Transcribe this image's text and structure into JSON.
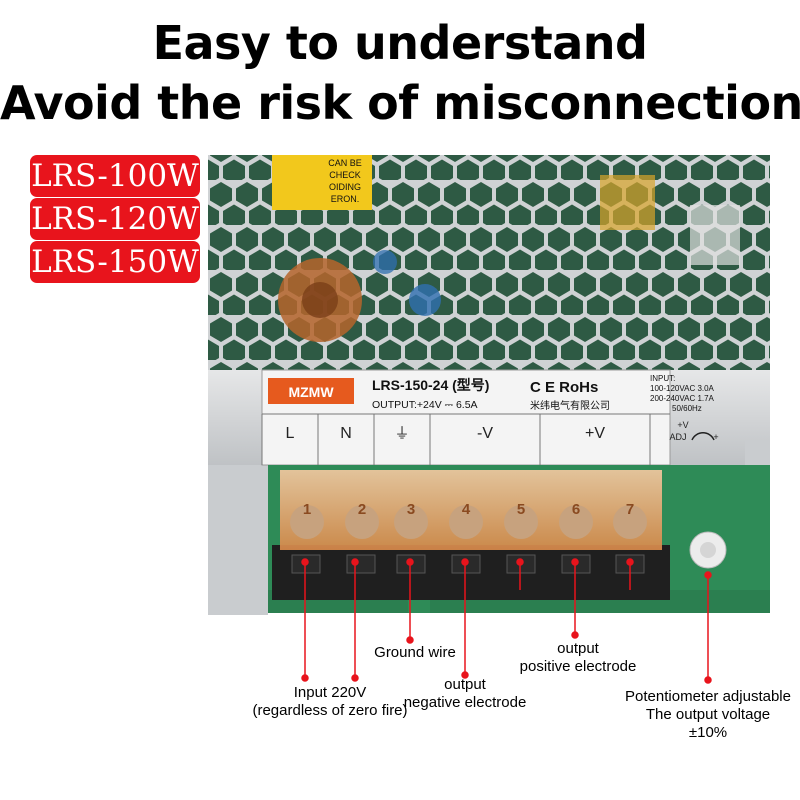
{
  "headline": {
    "line1": "Easy to understand",
    "line2": "Avoid the risk of misconnection"
  },
  "models": [
    "LRS-100W",
    "LRS-120W",
    "LRS-150W"
  ],
  "device_label": {
    "brand": "MZMW",
    "model": "LRS-150-24 (型号)",
    "output": "OUTPUT:+24V ⎓ 6.5A",
    "cert": "C E RoHs",
    "company": "米纬电气有限公司",
    "input_title": "INPUT:",
    "input_line1": "100-120VAC 3.0A",
    "input_line2": "200-240VAC 1.7A",
    "input_freq": "50/60Hz",
    "terminals": [
      "L",
      "N",
      "⏚",
      "-V",
      "+V"
    ],
    "adj_top": "+V",
    "adj_bottom": "ADJ",
    "adj_plus": "+"
  },
  "sticker_lines": [
    "CAN BE",
    "CHECK",
    "OIDING",
    "ERON."
  ],
  "terminal_numbers": [
    "1",
    "2",
    "3",
    "4",
    "5",
    "6",
    "7"
  ],
  "callouts": {
    "input_line1": "Input 220V",
    "input_line2": "(regardless of zero fire)",
    "ground": "Ground wire",
    "neg_line1": "output",
    "neg_line2": "negative electrode",
    "pos_line1": "output",
    "pos_line2": "positive electrode",
    "pot_line1": "Potentiometer adjustable",
    "pot_line2": "The output voltage",
    "pot_line3": "±10%"
  },
  "colors": {
    "badge": "#e8141c",
    "callout_line": "#e8141c",
    "case": "#d4d6d8",
    "pcb": "#2e8b57",
    "terminal_cover": "#e39a5c"
  }
}
